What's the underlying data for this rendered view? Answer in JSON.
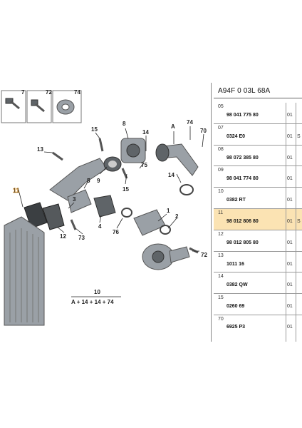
{
  "diagram": {
    "callouts": [
      "7",
      "72",
      "74",
      "13",
      "15",
      "8",
      "14",
      "A",
      "74",
      "70",
      "5",
      "9",
      "14",
      "75",
      "15",
      "11",
      "3",
      "4",
      "76",
      "1",
      "2",
      "12",
      "73",
      "72"
    ],
    "assembly_number": "10",
    "assembly_formula": "A + 14 + 14 + 74"
  },
  "parts_table": {
    "reference": "A94F 0 03L 68A",
    "rows": [
      {
        "index": "05",
        "part_number": "98 041 775 80",
        "qty": "01",
        "cut": "",
        "highlight": false
      },
      {
        "index": "07",
        "part_number": "0324 E0",
        "qty": "01",
        "cut": "S",
        "highlight": false
      },
      {
        "index": "08",
        "part_number": "98 072 385 80",
        "qty": "01",
        "cut": "",
        "highlight": false
      },
      {
        "index": "09",
        "part_number": "98 041 774 80",
        "qty": "01",
        "cut": "",
        "highlight": false
      },
      {
        "index": "10",
        "part_number": "0382 RT",
        "qty": "01",
        "cut": "",
        "highlight": false
      },
      {
        "index": "11",
        "part_number": "98 012 806 80",
        "qty": "01",
        "cut": "S",
        "highlight": true
      },
      {
        "index": "12",
        "part_number": "98 012 805 80",
        "qty": "01",
        "cut": "",
        "highlight": false
      },
      {
        "index": "13",
        "part_number": "1011 16",
        "qty": "01",
        "cut": "",
        "highlight": false
      },
      {
        "index": "14",
        "part_number": "0382 QW",
        "qty": "01",
        "cut": "",
        "highlight": false
      },
      {
        "index": "15",
        "part_number": "0260 69",
        "qty": "01",
        "cut": "",
        "highlight": false
      },
      {
        "index": "70",
        "part_number": "6925 P3",
        "qty": "01",
        "cut": "",
        "highlight": false
      }
    ]
  },
  "colors": {
    "highlight_row": "#fbe3b3",
    "callout_11": "#e0a040"
  }
}
